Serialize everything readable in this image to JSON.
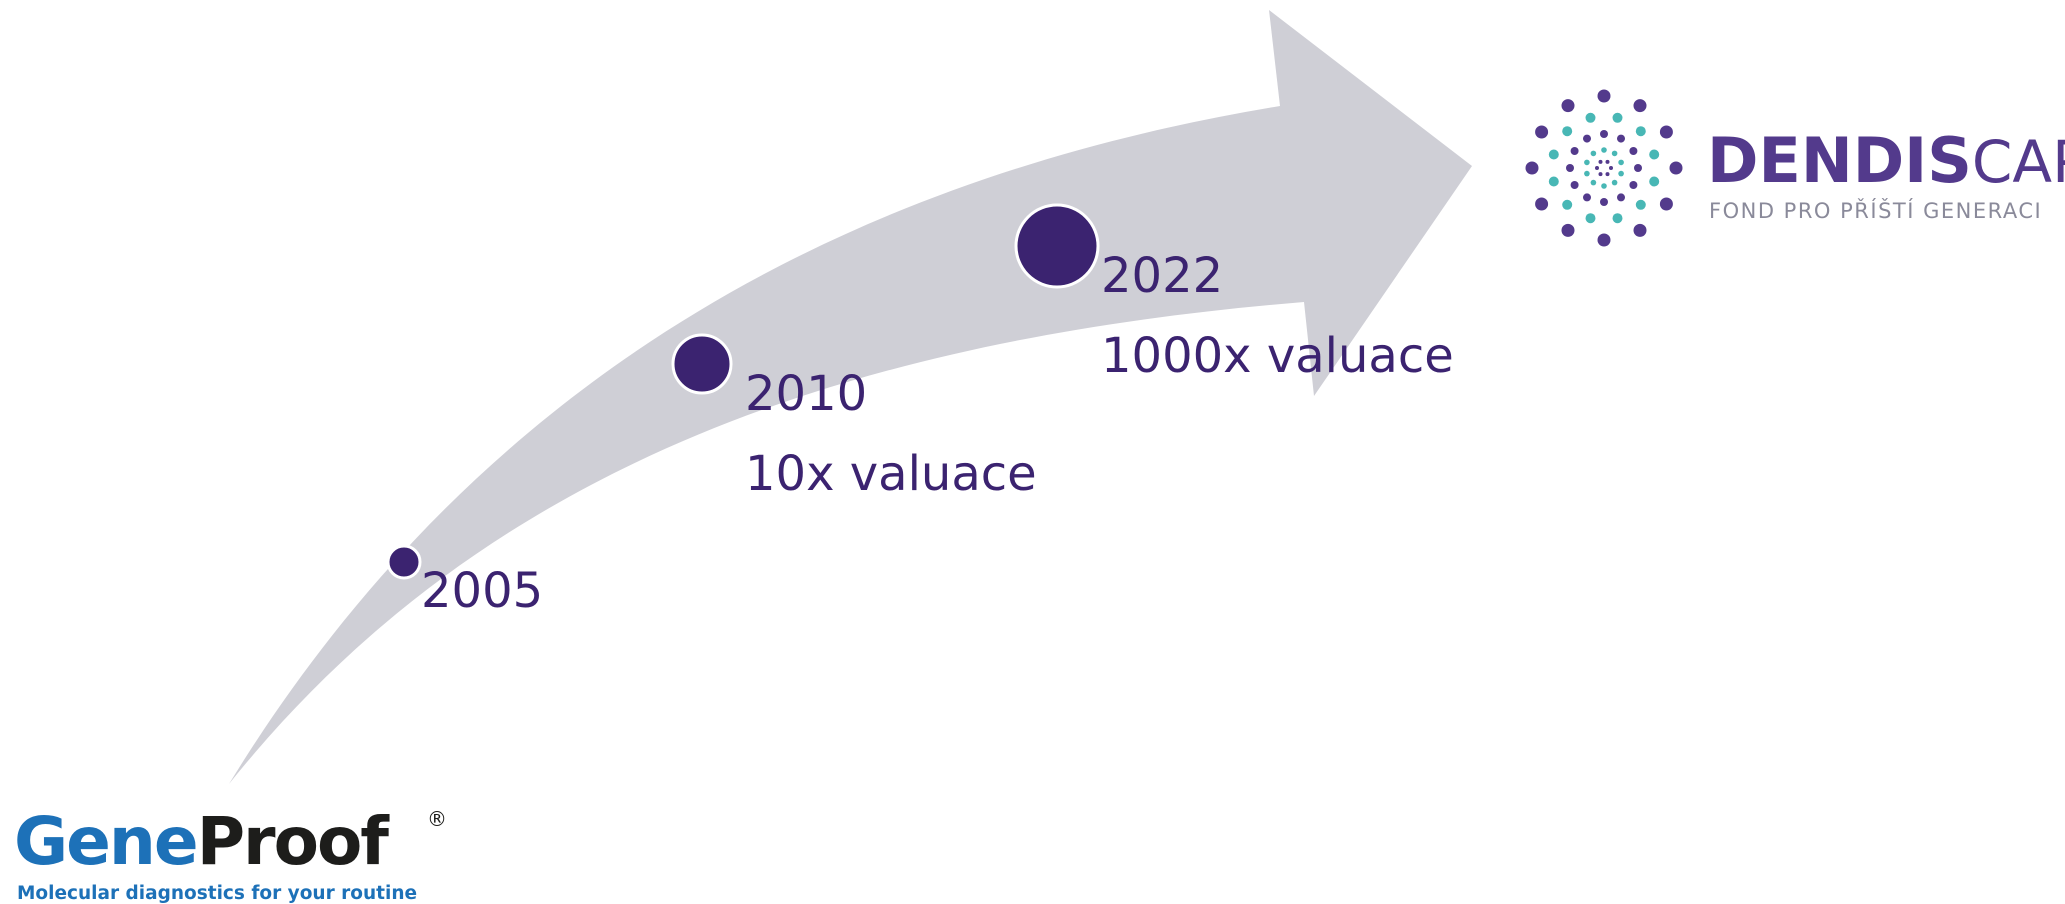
{
  "milestones": [
    {
      "year": "2005",
      "valuation": ""
    },
    {
      "year": "2010",
      "valuation": "10x valuace"
    },
    {
      "year": "2022",
      "valuation": "1000x valuace"
    }
  ],
  "logos": {
    "geneproof": {
      "word_gene": "Gene",
      "word_proof": "Proof",
      "registered_mark": "®",
      "tagline": "Molecular diagnostics for your routine"
    },
    "dendis": {
      "word_dendis": "DENDIS",
      "word_capital": "CAPITAL",
      "tagline": "FOND PRO PŘÍŠTÍ GENERACI"
    }
  },
  "colors": {
    "arrow": "#cfcfd6",
    "milestone_dot": "#3b2370",
    "milestone_text": "#3b2370",
    "geneproof_blue": "#1d71b8",
    "geneproof_dark": "#1d1d1b",
    "dendis_purple": "#533a8c",
    "dendis_teal": "#48b7b5",
    "dendis_gray": "#8a8a9a"
  }
}
